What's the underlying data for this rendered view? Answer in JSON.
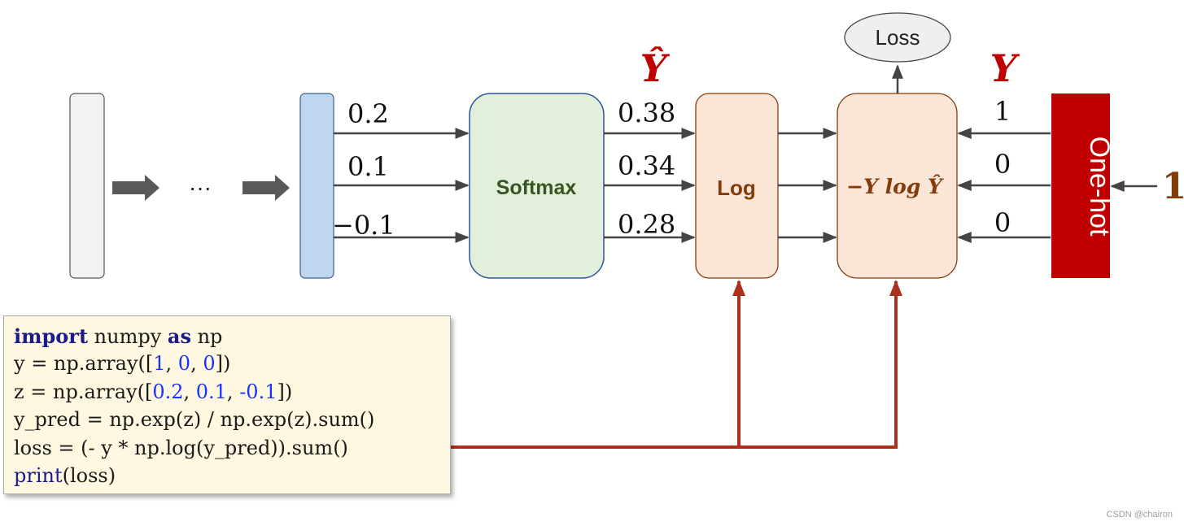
{
  "diagram": {
    "input_values": [
      "0.2",
      "0.1",
      "−0.1"
    ],
    "ellipsis": "···",
    "softmax_label": "Softmax",
    "softmax_outputs": [
      "0.38",
      "0.34",
      "0.28"
    ],
    "y_hat_label": "Ŷ",
    "log_label": "Log",
    "loss_formula": "−Y log Ŷ",
    "loss_label": "Loss",
    "y_label": "Y",
    "onehot_values": [
      "1",
      "0",
      "0"
    ],
    "onehot_label": "One-hot",
    "class_index": "1",
    "colors": {
      "input_bar": "#f2f2f2",
      "logits_bar": "#bdd7ee",
      "softmax_fill": "#e2efda",
      "softmax_text": "#375623",
      "log_fill": "#fbe5d6",
      "log_text": "#843c0c",
      "accent_red": "#c00000",
      "connector_red": "#b03020",
      "arrow_gray": "#555555",
      "code_bg": "#fff8e1"
    }
  },
  "code": {
    "lines": [
      [
        {
          "t": "import",
          "c": "kw"
        },
        {
          "t": " numpy "
        },
        {
          "t": "as",
          "c": "kw"
        },
        {
          "t": " np"
        }
      ],
      [
        {
          "t": "y = np.array(["
        },
        {
          "t": "1",
          "c": "num"
        },
        {
          "t": ", "
        },
        {
          "t": "0",
          "c": "num"
        },
        {
          "t": ", "
        },
        {
          "t": "0",
          "c": "num"
        },
        {
          "t": "])"
        }
      ],
      [
        {
          "t": "z = np.array(["
        },
        {
          "t": "0.2",
          "c": "num"
        },
        {
          "t": ", "
        },
        {
          "t": "0.1",
          "c": "num"
        },
        {
          "t": ", "
        },
        {
          "t": "-0.1",
          "c": "num"
        },
        {
          "t": "])"
        }
      ],
      [
        {
          "t": "y_pred = np.exp(z) / np.exp(z).sum()"
        }
      ],
      [
        {
          "t": "loss = (- y * np.log(y_pred)).sum()"
        }
      ],
      [
        {
          "t": "print",
          "c": "fn"
        },
        {
          "t": "(loss)"
        }
      ]
    ]
  },
  "watermark": "CSDN @chairon"
}
